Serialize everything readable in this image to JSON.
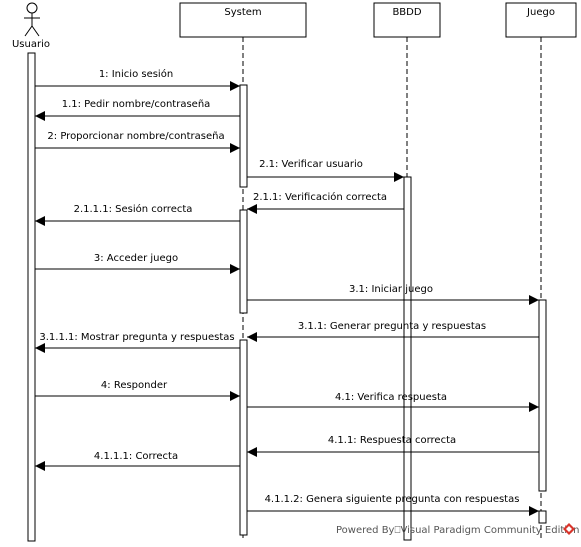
{
  "actor": {
    "name": "Usuario"
  },
  "participants": [
    {
      "id": "system",
      "name": "System"
    },
    {
      "id": "bbdd",
      "name": "BBDD"
    },
    {
      "id": "juego",
      "name": "Juego"
    }
  ],
  "messages": [
    {
      "from": "usuario",
      "to": "system",
      "label": "1: Inicio sesión"
    },
    {
      "from": "system",
      "to": "usuario",
      "label": "1.1: Pedir nombre/contraseña"
    },
    {
      "from": "usuario",
      "to": "system",
      "label": "2: Proporcionar nombre/contraseña"
    },
    {
      "from": "system",
      "to": "bbdd",
      "label": "2.1: Verificar usuario"
    },
    {
      "from": "bbdd",
      "to": "system",
      "label": "2.1.1: Verificación correcta"
    },
    {
      "from": "system",
      "to": "usuario",
      "label": "2.1.1.1: Sesión correcta"
    },
    {
      "from": "usuario",
      "to": "system",
      "label": "3: Acceder juego"
    },
    {
      "from": "system",
      "to": "juego",
      "label": "3.1: Iniciar juego"
    },
    {
      "from": "juego",
      "to": "system",
      "label": "3.1.1: Generar pregunta y respuestas"
    },
    {
      "from": "system",
      "to": "usuario",
      "label": "3.1.1.1: Mostrar pregunta y respuestas"
    },
    {
      "from": "usuario",
      "to": "system",
      "label": "4: Responder"
    },
    {
      "from": "system",
      "to": "juego",
      "label": "4.1: Verifica respuesta"
    },
    {
      "from": "juego",
      "to": "system",
      "label": "4.1.1: Respuesta correcta"
    },
    {
      "from": "system",
      "to": "usuario",
      "label": "4.1.1.1: Correcta"
    },
    {
      "from": "system",
      "to": "juego",
      "label": "4.1.1.2: Genera siguiente pregunta con respuestas"
    }
  ],
  "watermark": "Powered By⎕Visual Paradigm Community Edition"
}
